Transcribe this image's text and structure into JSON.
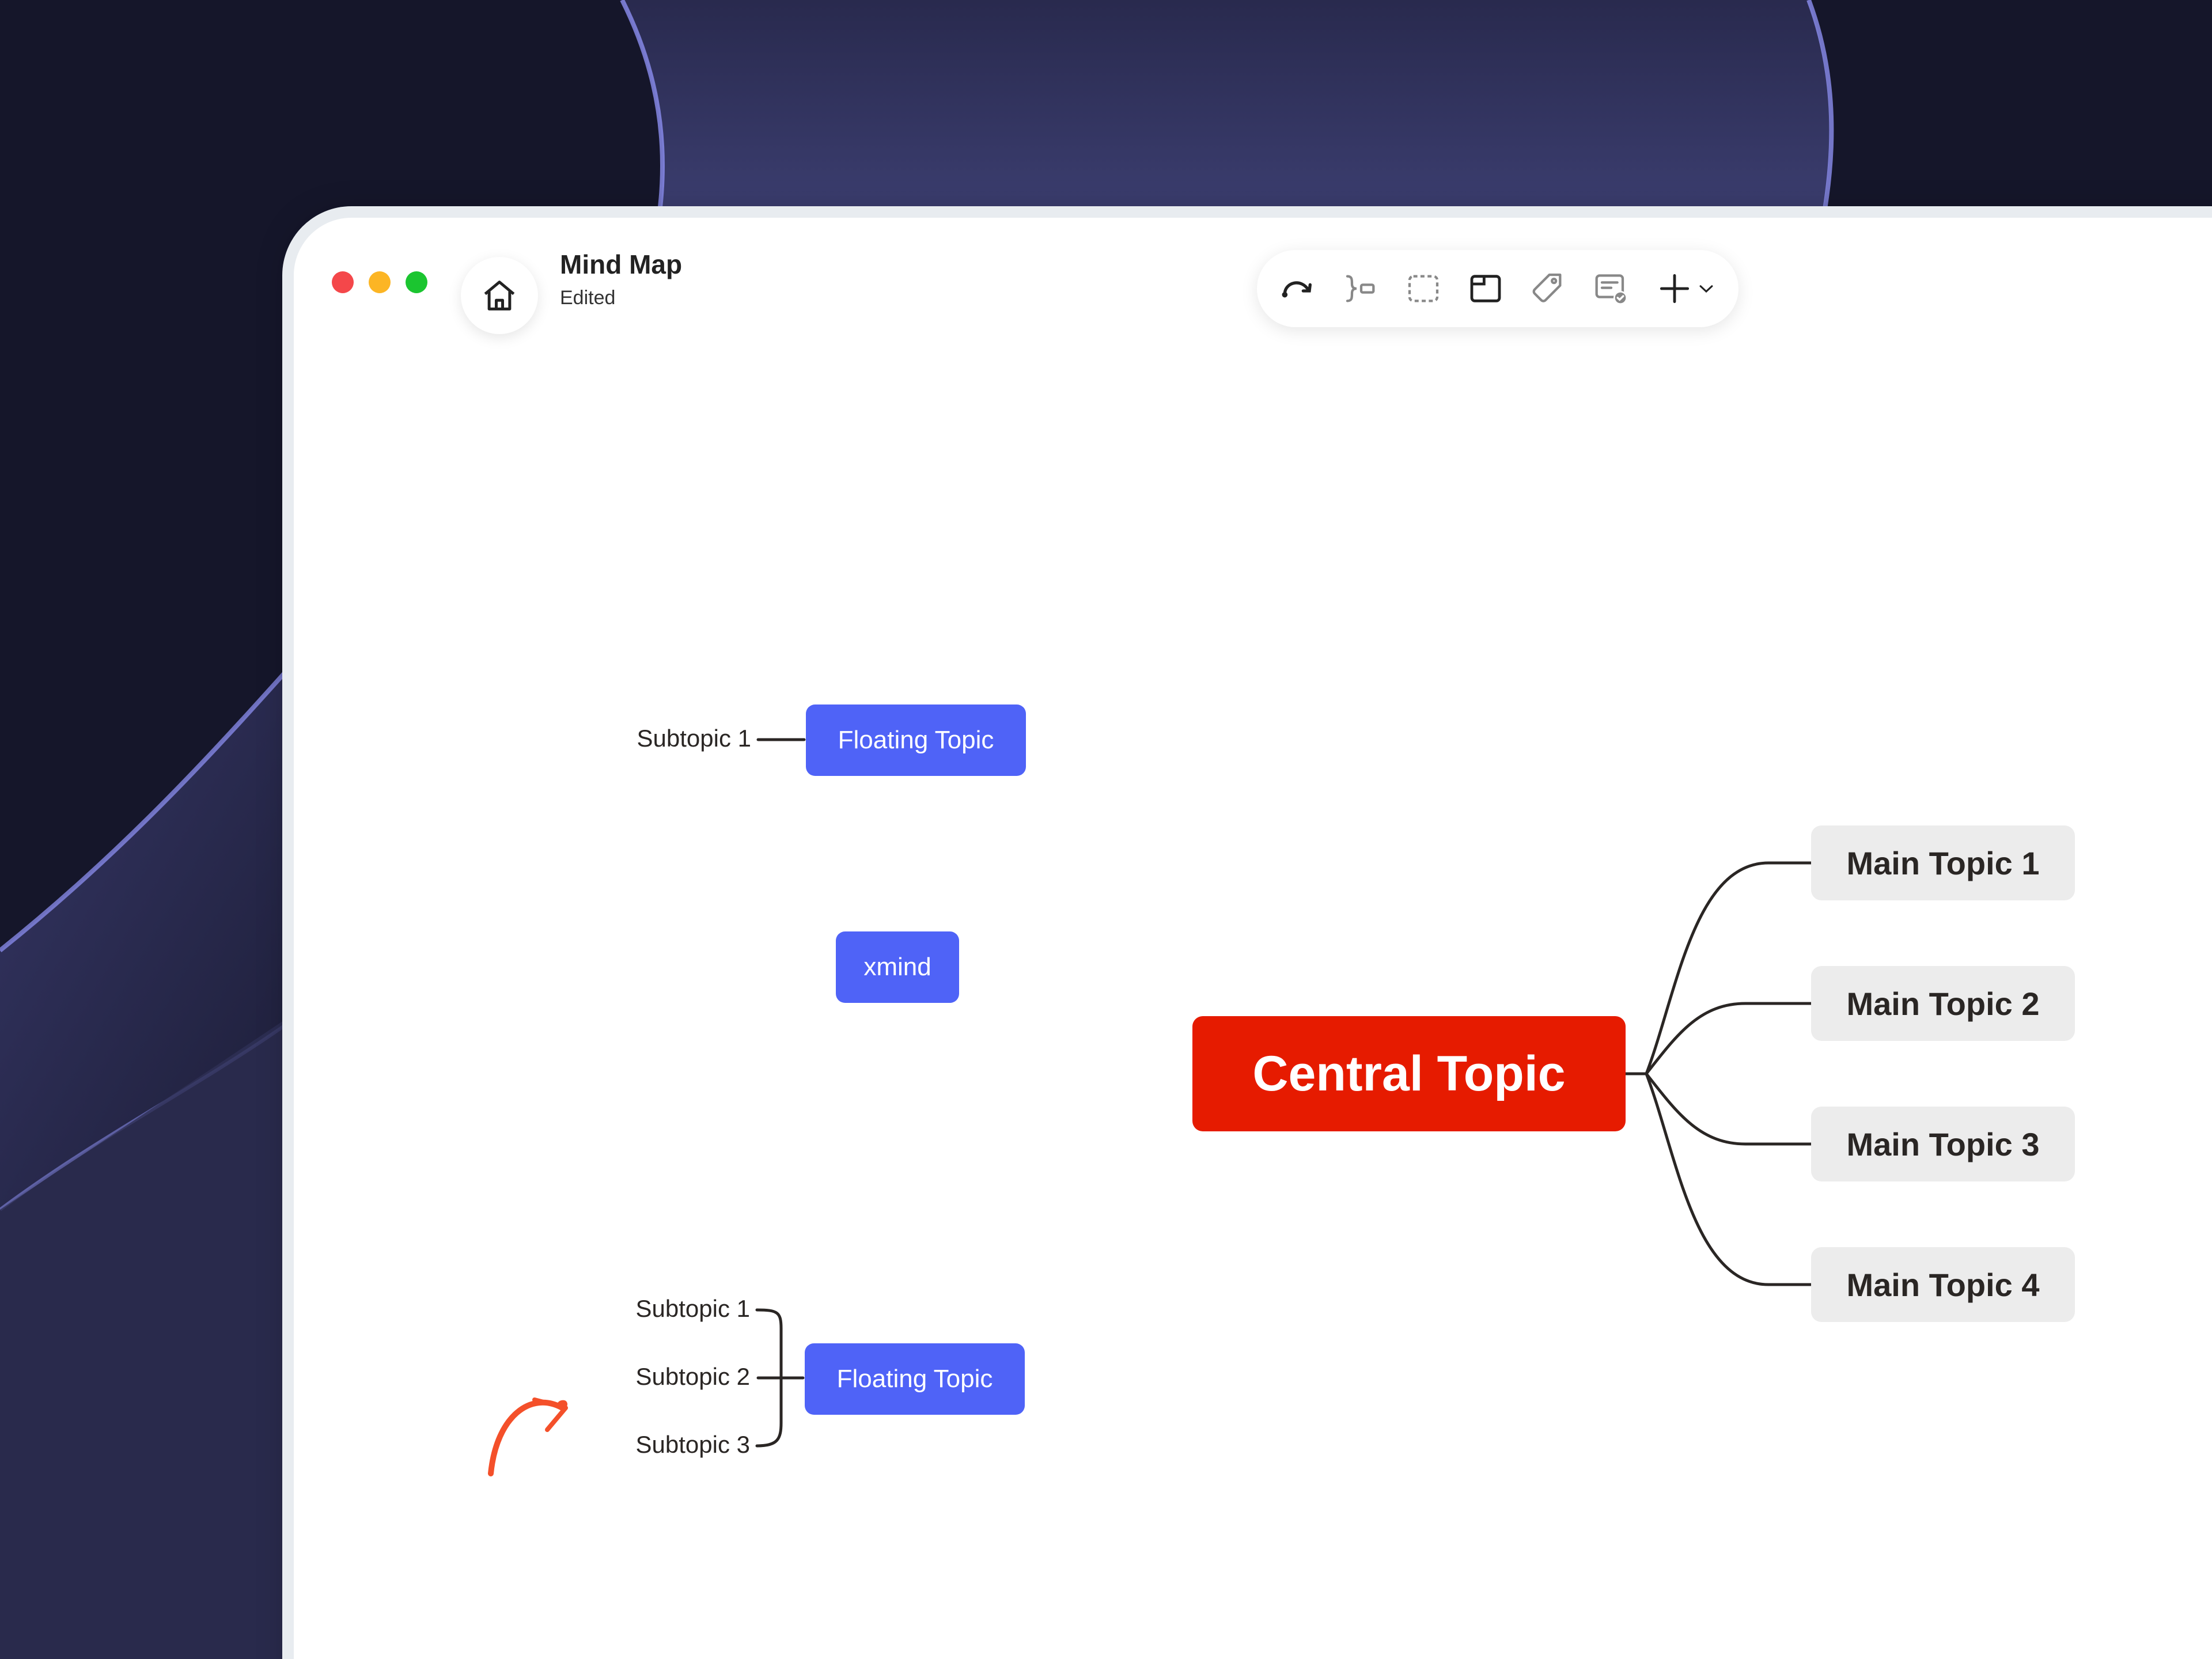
{
  "app": {
    "title": "Mind Map",
    "status": "Edited"
  },
  "colors": {
    "close": "#f4474a",
    "minimize": "#fcb524",
    "zoom": "#1bc530",
    "floating_topic": "#4f63f7",
    "central_topic": "#e61b00",
    "main_topic": "#ececec",
    "arrow": "#f4502a"
  },
  "toolbar": {
    "items": [
      {
        "icon": "relationship-icon"
      },
      {
        "icon": "summary-icon"
      },
      {
        "icon": "boundary-icon"
      },
      {
        "icon": "frame-icon"
      },
      {
        "icon": "label-icon"
      },
      {
        "icon": "note-icon"
      },
      {
        "icon": "insert-plus-icon"
      },
      {
        "icon": "chevron-down-icon"
      }
    ]
  },
  "canvas": {
    "floating_topic_1": {
      "label": "Floating Topic",
      "subtopics": [
        "Subtopic 1"
      ]
    },
    "xmind_topic": {
      "label": "xmind"
    },
    "floating_topic_2": {
      "label": "Floating Topic",
      "subtopics": [
        "Subtopic 1",
        "Subtopic 2",
        "Subtopic 3"
      ]
    },
    "central_topic": {
      "label": "Central Topic"
    },
    "main_topics": [
      "Main Topic 1",
      "Main Topic 2",
      "Main Topic 3",
      "Main Topic 4"
    ]
  }
}
